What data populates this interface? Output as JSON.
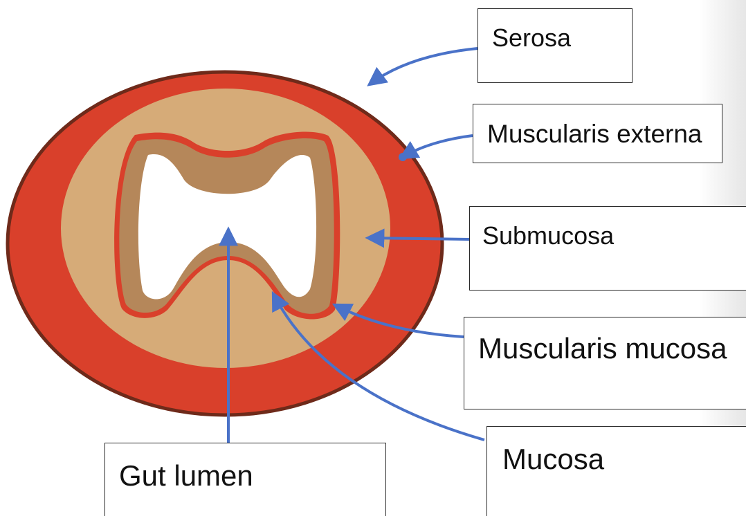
{
  "labels": {
    "serosa": "Serosa",
    "muscularis_externa": "Muscularis externa",
    "submucosa": "Submucosa",
    "muscularis_mucosa": "Muscularis mucosa",
    "mucosa": "Mucosa",
    "gut_lumen": "Gut lumen"
  },
  "colors": {
    "serosa_outline": "#6e2a1a",
    "muscularis_externa": "#d9402b",
    "submucosa": "#d6ab78",
    "muscularis_mucosa": "#d9402b",
    "mucosa": "#b5875a",
    "lumen": "#ffffff",
    "arrow": "#4a72c8",
    "box_border": "#2a2a2a"
  }
}
